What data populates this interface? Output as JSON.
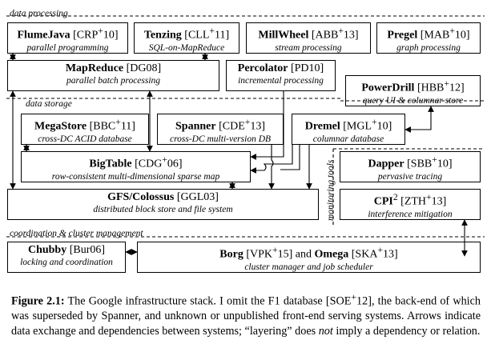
{
  "sections": {
    "data_processing": "data processing",
    "data_storage": "data storage",
    "monitoring_tools": "monitoring tools",
    "coordination": "coordination & cluster management"
  },
  "boxes": {
    "flumejava": {
      "name": "FlumeJava",
      "cite": "[CRP",
      "sup": "+",
      "cite2": "10]",
      "desc": "parallel programming"
    },
    "tenzing": {
      "name": "Tenzing",
      "cite": "[CLL",
      "sup": "+",
      "cite2": "11]",
      "desc": "SQL-on-MapReduce"
    },
    "millwheel": {
      "name": "MillWheel",
      "cite": "[ABB",
      "sup": "+",
      "cite2": "13]",
      "desc": "stream processing"
    },
    "pregel": {
      "name": "Pregel",
      "cite": "[MAB",
      "sup": "+",
      "cite2": "10]",
      "desc": "graph processing"
    },
    "mapreduce": {
      "name": "MapReduce",
      "cite": "[DG08]",
      "desc": "parallel batch processing"
    },
    "percolator": {
      "name": "Percolator",
      "cite": "[PD10]",
      "desc": "incremental processing"
    },
    "powerdrill": {
      "name": "PowerDrill",
      "cite": "[HBB",
      "sup": "+",
      "cite2": "12]",
      "desc": "query UI & columnar store"
    },
    "megastore": {
      "name": "MegaStore",
      "cite": "[BBC",
      "sup": "+",
      "cite2": "11]",
      "desc": "cross-DC ACID database"
    },
    "spanner": {
      "name": "Spanner",
      "cite": "[CDE",
      "sup": "+",
      "cite2": "13]",
      "desc": "cross-DC multi-version DB"
    },
    "dremel": {
      "name": "Dremel",
      "cite": "[MGL",
      "sup": "+",
      "cite2": "10]",
      "desc": "columnar database"
    },
    "bigtable": {
      "name": "BigTable",
      "cite": "[CDG",
      "sup": "+",
      "cite2": "06]",
      "desc": "row-consistent multi-dimensional sparse map"
    },
    "gfs": {
      "name": "GFS/Colossus",
      "cite": "[GGL03]",
      "desc": "distributed block store and file system"
    },
    "dapper": {
      "name": "Dapper",
      "cite": "[SBB",
      "sup": "+",
      "cite2": "10]",
      "desc": "pervasive tracing"
    },
    "cpi2": {
      "name": "CPI",
      "sup_name": "2",
      "cite": "[ZTH",
      "sup": "+",
      "cite2": "13]",
      "desc": "interference mitigation"
    },
    "chubby": {
      "name": "Chubby",
      "cite": "[Bur06]",
      "desc": "locking and coordination"
    },
    "borg": {
      "name": "Borg",
      "cite": "[VPK",
      "sup": "+",
      "cite2": "15] and",
      "name2": "Omega",
      "cite3": "[SKA",
      "sup2": "+",
      "cite4": "13]",
      "desc": "cluster manager and job scheduler"
    }
  },
  "caption": {
    "label": "Figure 2.1:",
    "part1": "The Google infrastructure stack. I omit the F1 database [SOE",
    "sup": "+",
    "part2": "12], the back-end of which was superseded by Spanner, and unknown or unpublished front-end serving systems. Arrows indicate data exchange and dependencies between systems; “layering” does ",
    "emph": "not",
    "part3": " imply a dependency or relation."
  }
}
